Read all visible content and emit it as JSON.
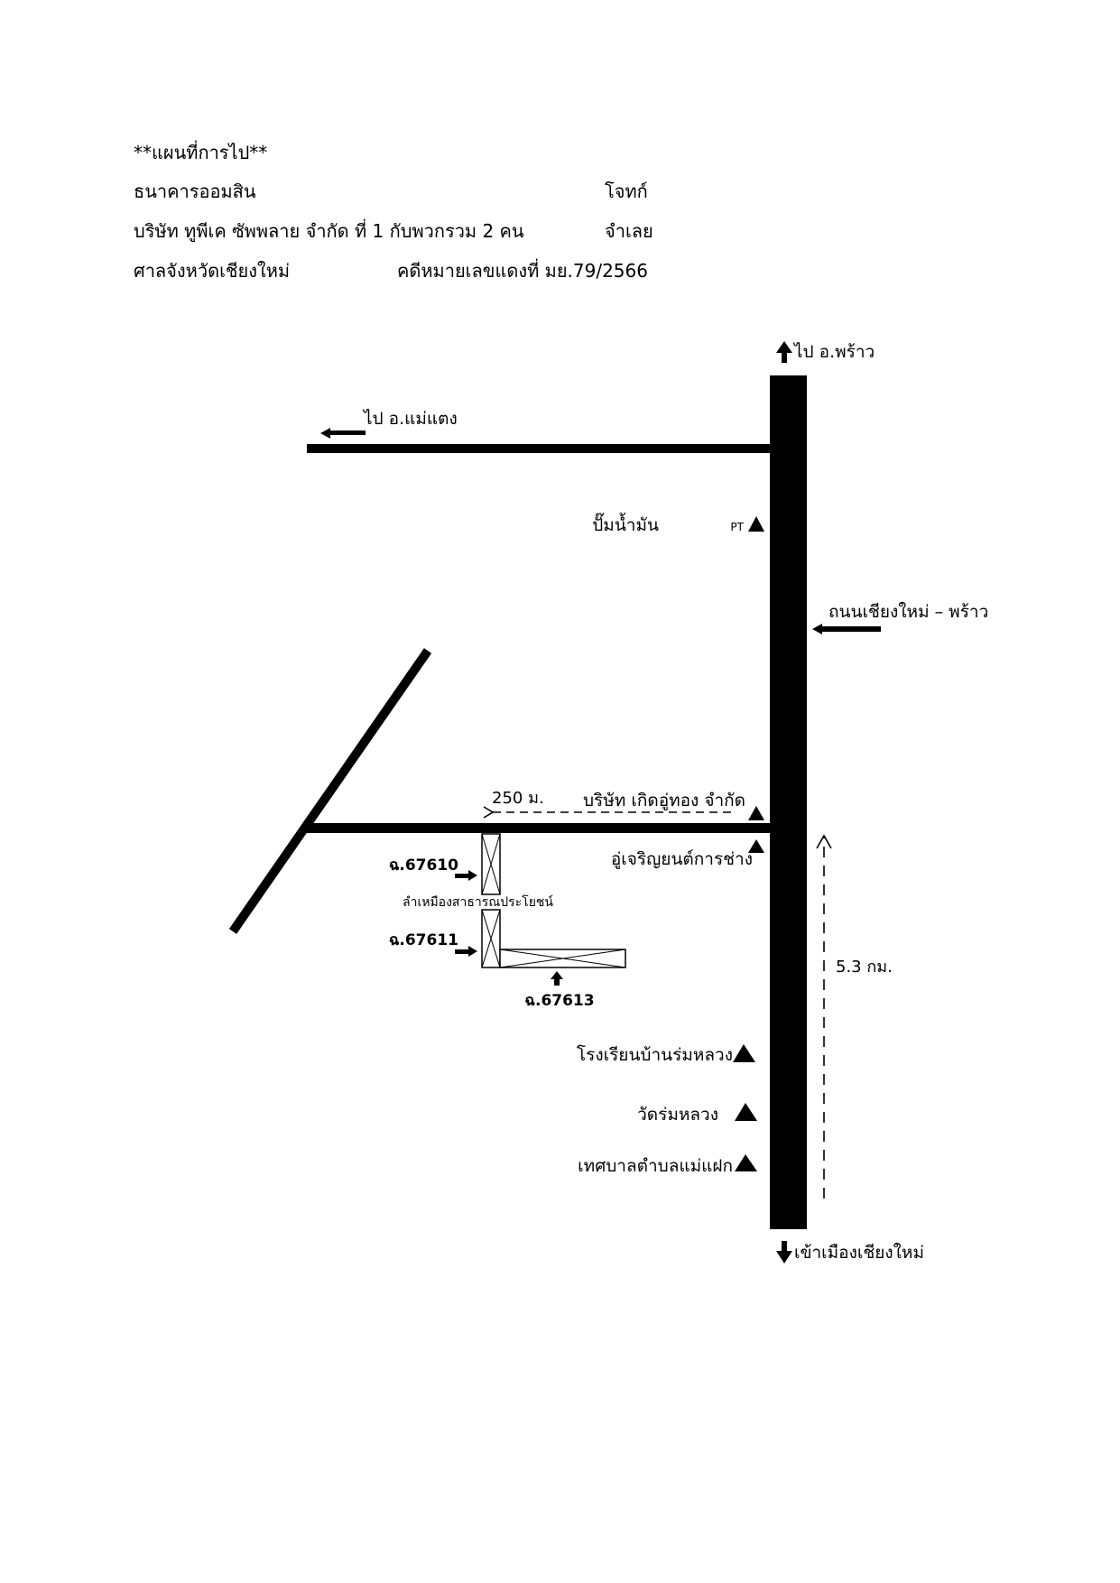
{
  "header": {
    "title": "**แผนที่การไป**",
    "plaintiff": "ธนาคารออมสิน",
    "plaintiff_role": "โจทก์",
    "defendant": "บริษัท ทูพีเค ซัพพลาย จำกัด ที่ 1 กับพวกรวม 2 คน",
    "defendant_role": "จำเลย",
    "court": "ศาลจังหวัดเชียงใหม่",
    "case_number": "คดีหมายเลขแดงที่ มย.79/2566"
  },
  "map": {
    "to_phrao": "ไป อ.พร้าว",
    "to_mae_taeng": "ไป อ.แม่แตง",
    "gas_station": "ปั๊มน้ำมัน",
    "gas_station_brand": "PT",
    "main_road": "ถนนเชียงใหม่ – พร้าว",
    "distance_side_road": "250 ม.",
    "company_landmark": "บริษัท เกิดอู่ทอง จำกัด",
    "garage_landmark": "อู่เจริญยนต์การช่าง",
    "canal": "ลำเหมืองสาธารณประโยชน์",
    "parcel_1": "ฉ.67610",
    "parcel_2": "ฉ.67611",
    "parcel_3": "ฉ.67613",
    "distance_main": "5.3 กม.",
    "school": "โรงเรียนบ้านร่มหลวง",
    "temple": "วัดร่มหลวง",
    "municipality": "เทศบาลตำบลแม่แฝก",
    "to_chiang_mai": "เข้าเมืองเชียงใหม่"
  }
}
